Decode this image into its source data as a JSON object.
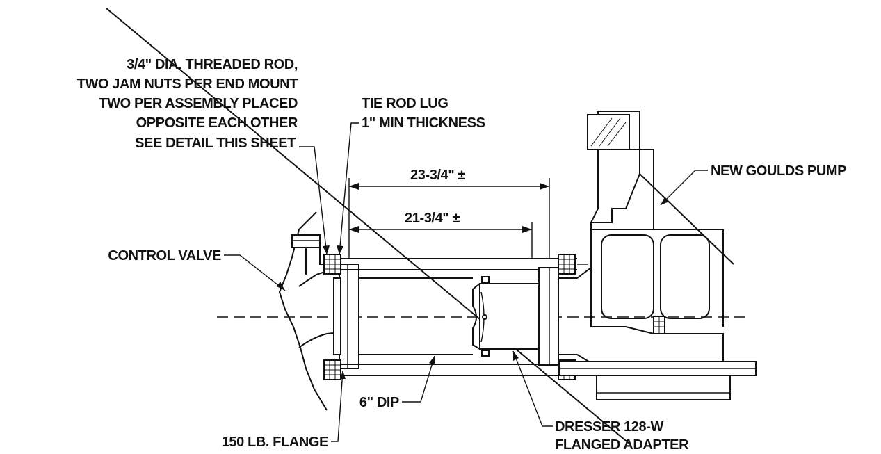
{
  "labels": {
    "rod_line1": "3/4\" DIA. THREADED ROD,",
    "rod_line2": "TWO JAM NUTS PER END MOUNT",
    "rod_line3": "TWO PER ASSEMBLY PLACED",
    "rod_line4": "OPPOSITE EACH OTHER",
    "rod_line5": "SEE DETAIL THIS SHEET",
    "lug_line1": "TIE ROD LUG",
    "lug_line2": "1\" MIN THICKNESS",
    "dim_outer": "23-3/4\" ±",
    "dim_inner": "21-3/4\" ±",
    "pump": "NEW GOULDS PUMP",
    "valve": "CONTROL VALVE",
    "dip": "6\" DIP",
    "flange": "150 LB. FLANGE",
    "adapter_line1": "DRESSER 128-W",
    "adapter_line2": "FLANGED ADAPTER"
  }
}
